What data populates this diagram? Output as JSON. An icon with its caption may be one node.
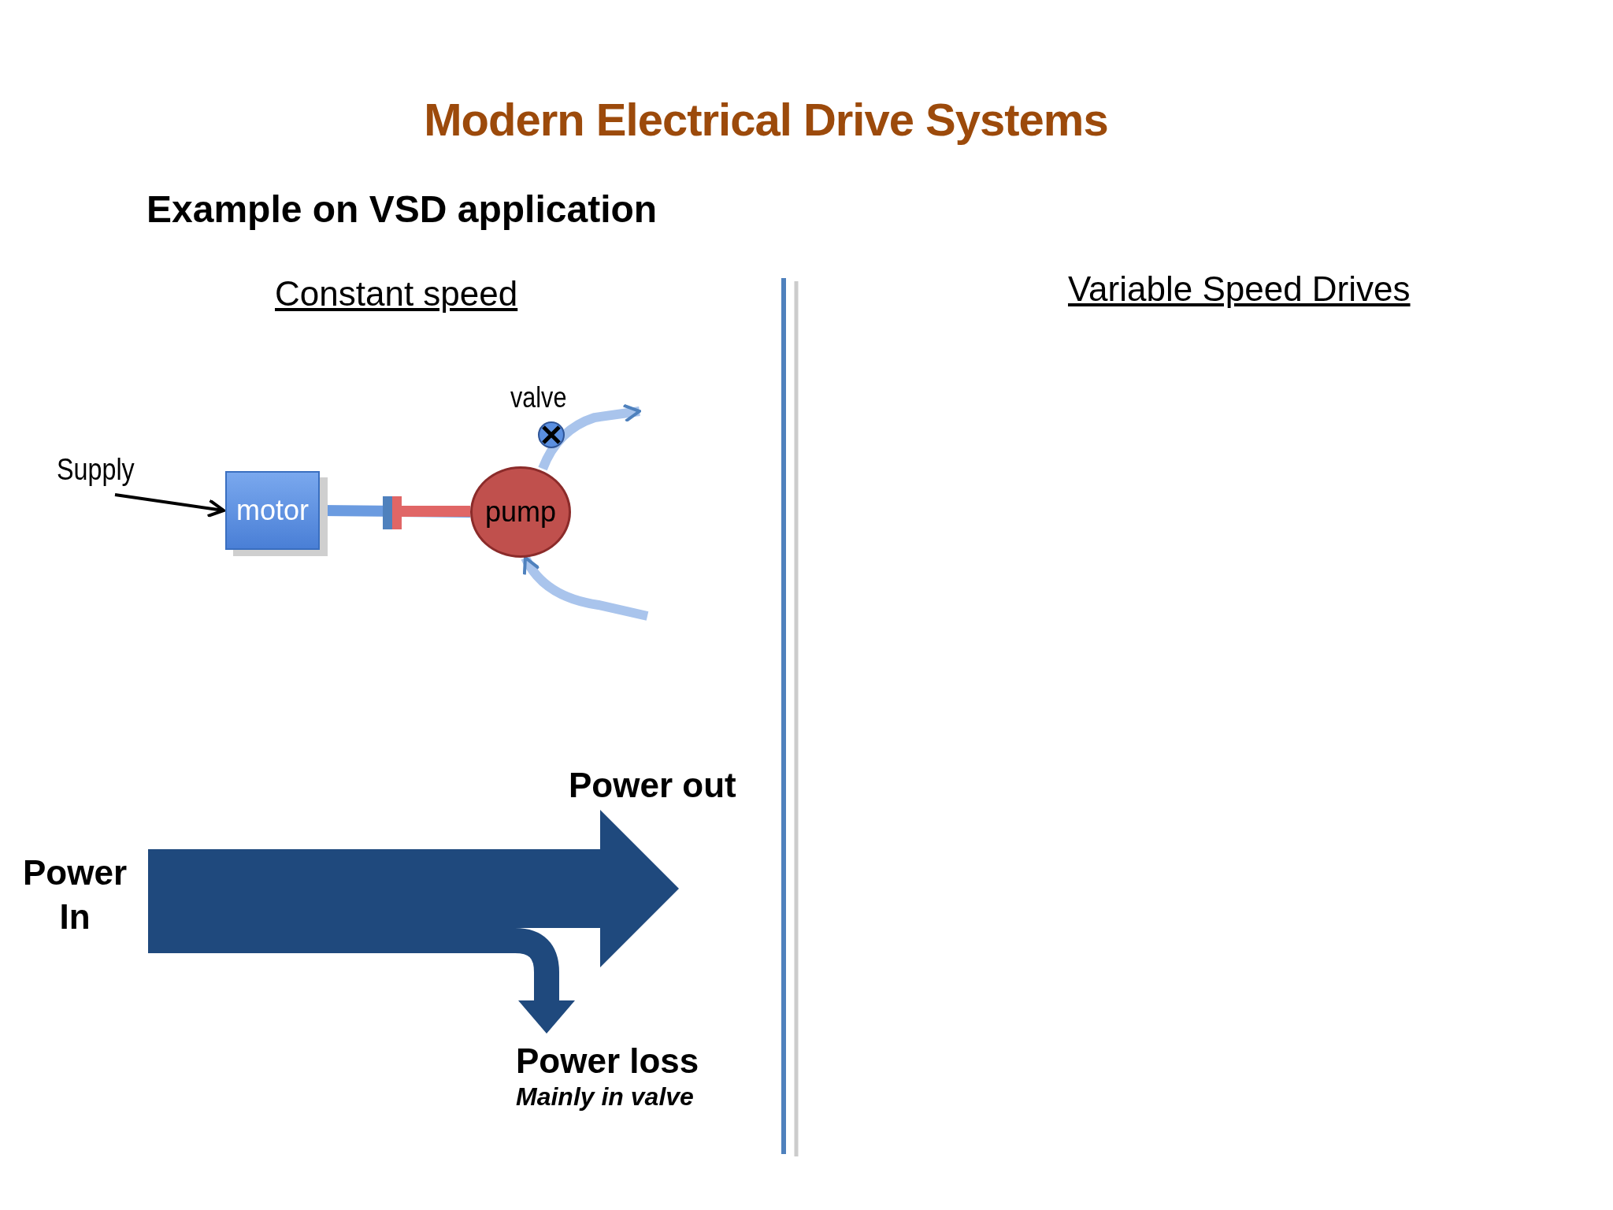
{
  "diagram": {
    "title": "Modern Electrical Drive Systems",
    "nodes": [
      {
        "text": [
          "Supply"
        ]
      },
      {
        "text": [
          "motor"
        ]
      },
      {
        "text": [
          "pump"
        ]
      },
      {
        "text": [
          "Power In"
        ]
      },
      {
        "text": [
          "Power out"
        ]
      },
      {
        "text": [
          "Power loss",
          "Mainly in valve"
        ]
      }
    ],
    "edges": [
      {
        "from": 0,
        "to": 1,
        "arrow": "to",
        "color": "#000000"
      },
      {
        "from": 1,
        "to": 2,
        "arrow": "none"
      },
      {
        "from": 2,
        "to": null,
        "arrow": "to"
      },
      {
        "from": null,
        "to": 2,
        "arrow": "to"
      },
      {
        "from": 3,
        "to": 4,
        "arrow": "to",
        "style": "thick",
        "color": "#1f497d"
      },
      {
        "from": 3,
        "to": 5,
        "arrow": "to",
        "style": "thick",
        "color": "#1f497d"
      }
    ],
    "labels": [
      "Example on VSD application",
      "Constant speed",
      "Variable Speed Drives",
      "valve"
    ]
  }
}
